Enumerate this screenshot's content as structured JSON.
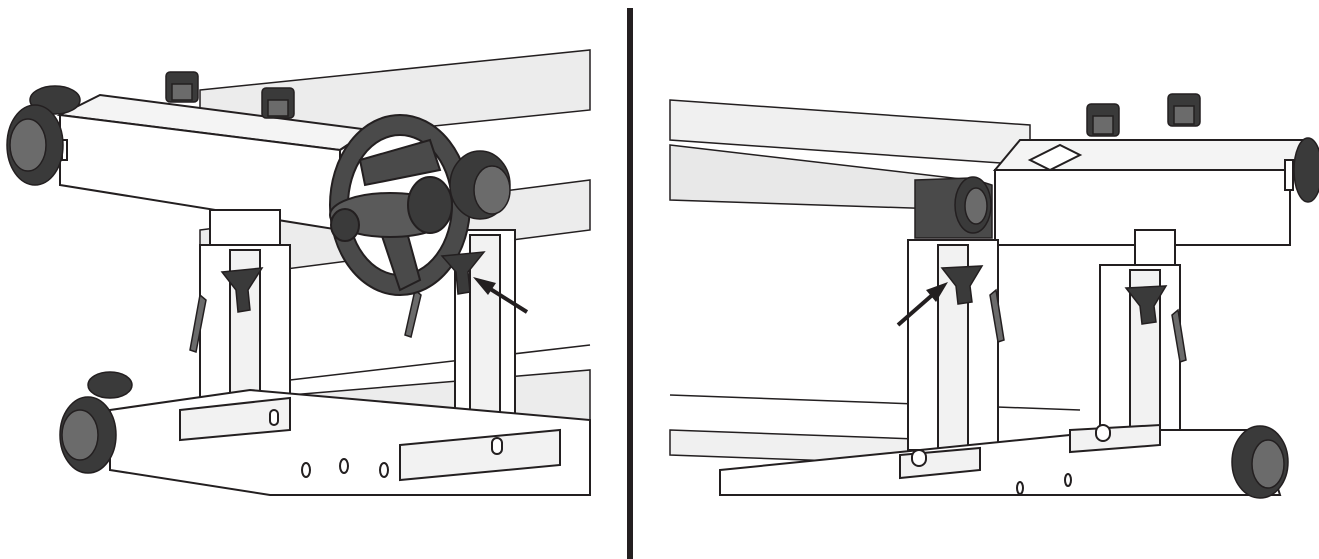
{
  "figure": {
    "panels": [
      {
        "id": "left",
        "subject": "leveling-roller-stand-with-handwheel",
        "arrow_target": "t-knob-right-post"
      },
      {
        "id": "right",
        "subject": "leveling-roller-stand-opposite-end",
        "arrow_target": "t-knob-left-post"
      }
    ],
    "colors": {
      "line": "#231f20",
      "dark_part": "#3a3a3a",
      "mid_part": "#6b6b6b",
      "light_fill": "#ffffff",
      "shade_fill": "#e6e6e6",
      "divider": "#231f20"
    }
  }
}
